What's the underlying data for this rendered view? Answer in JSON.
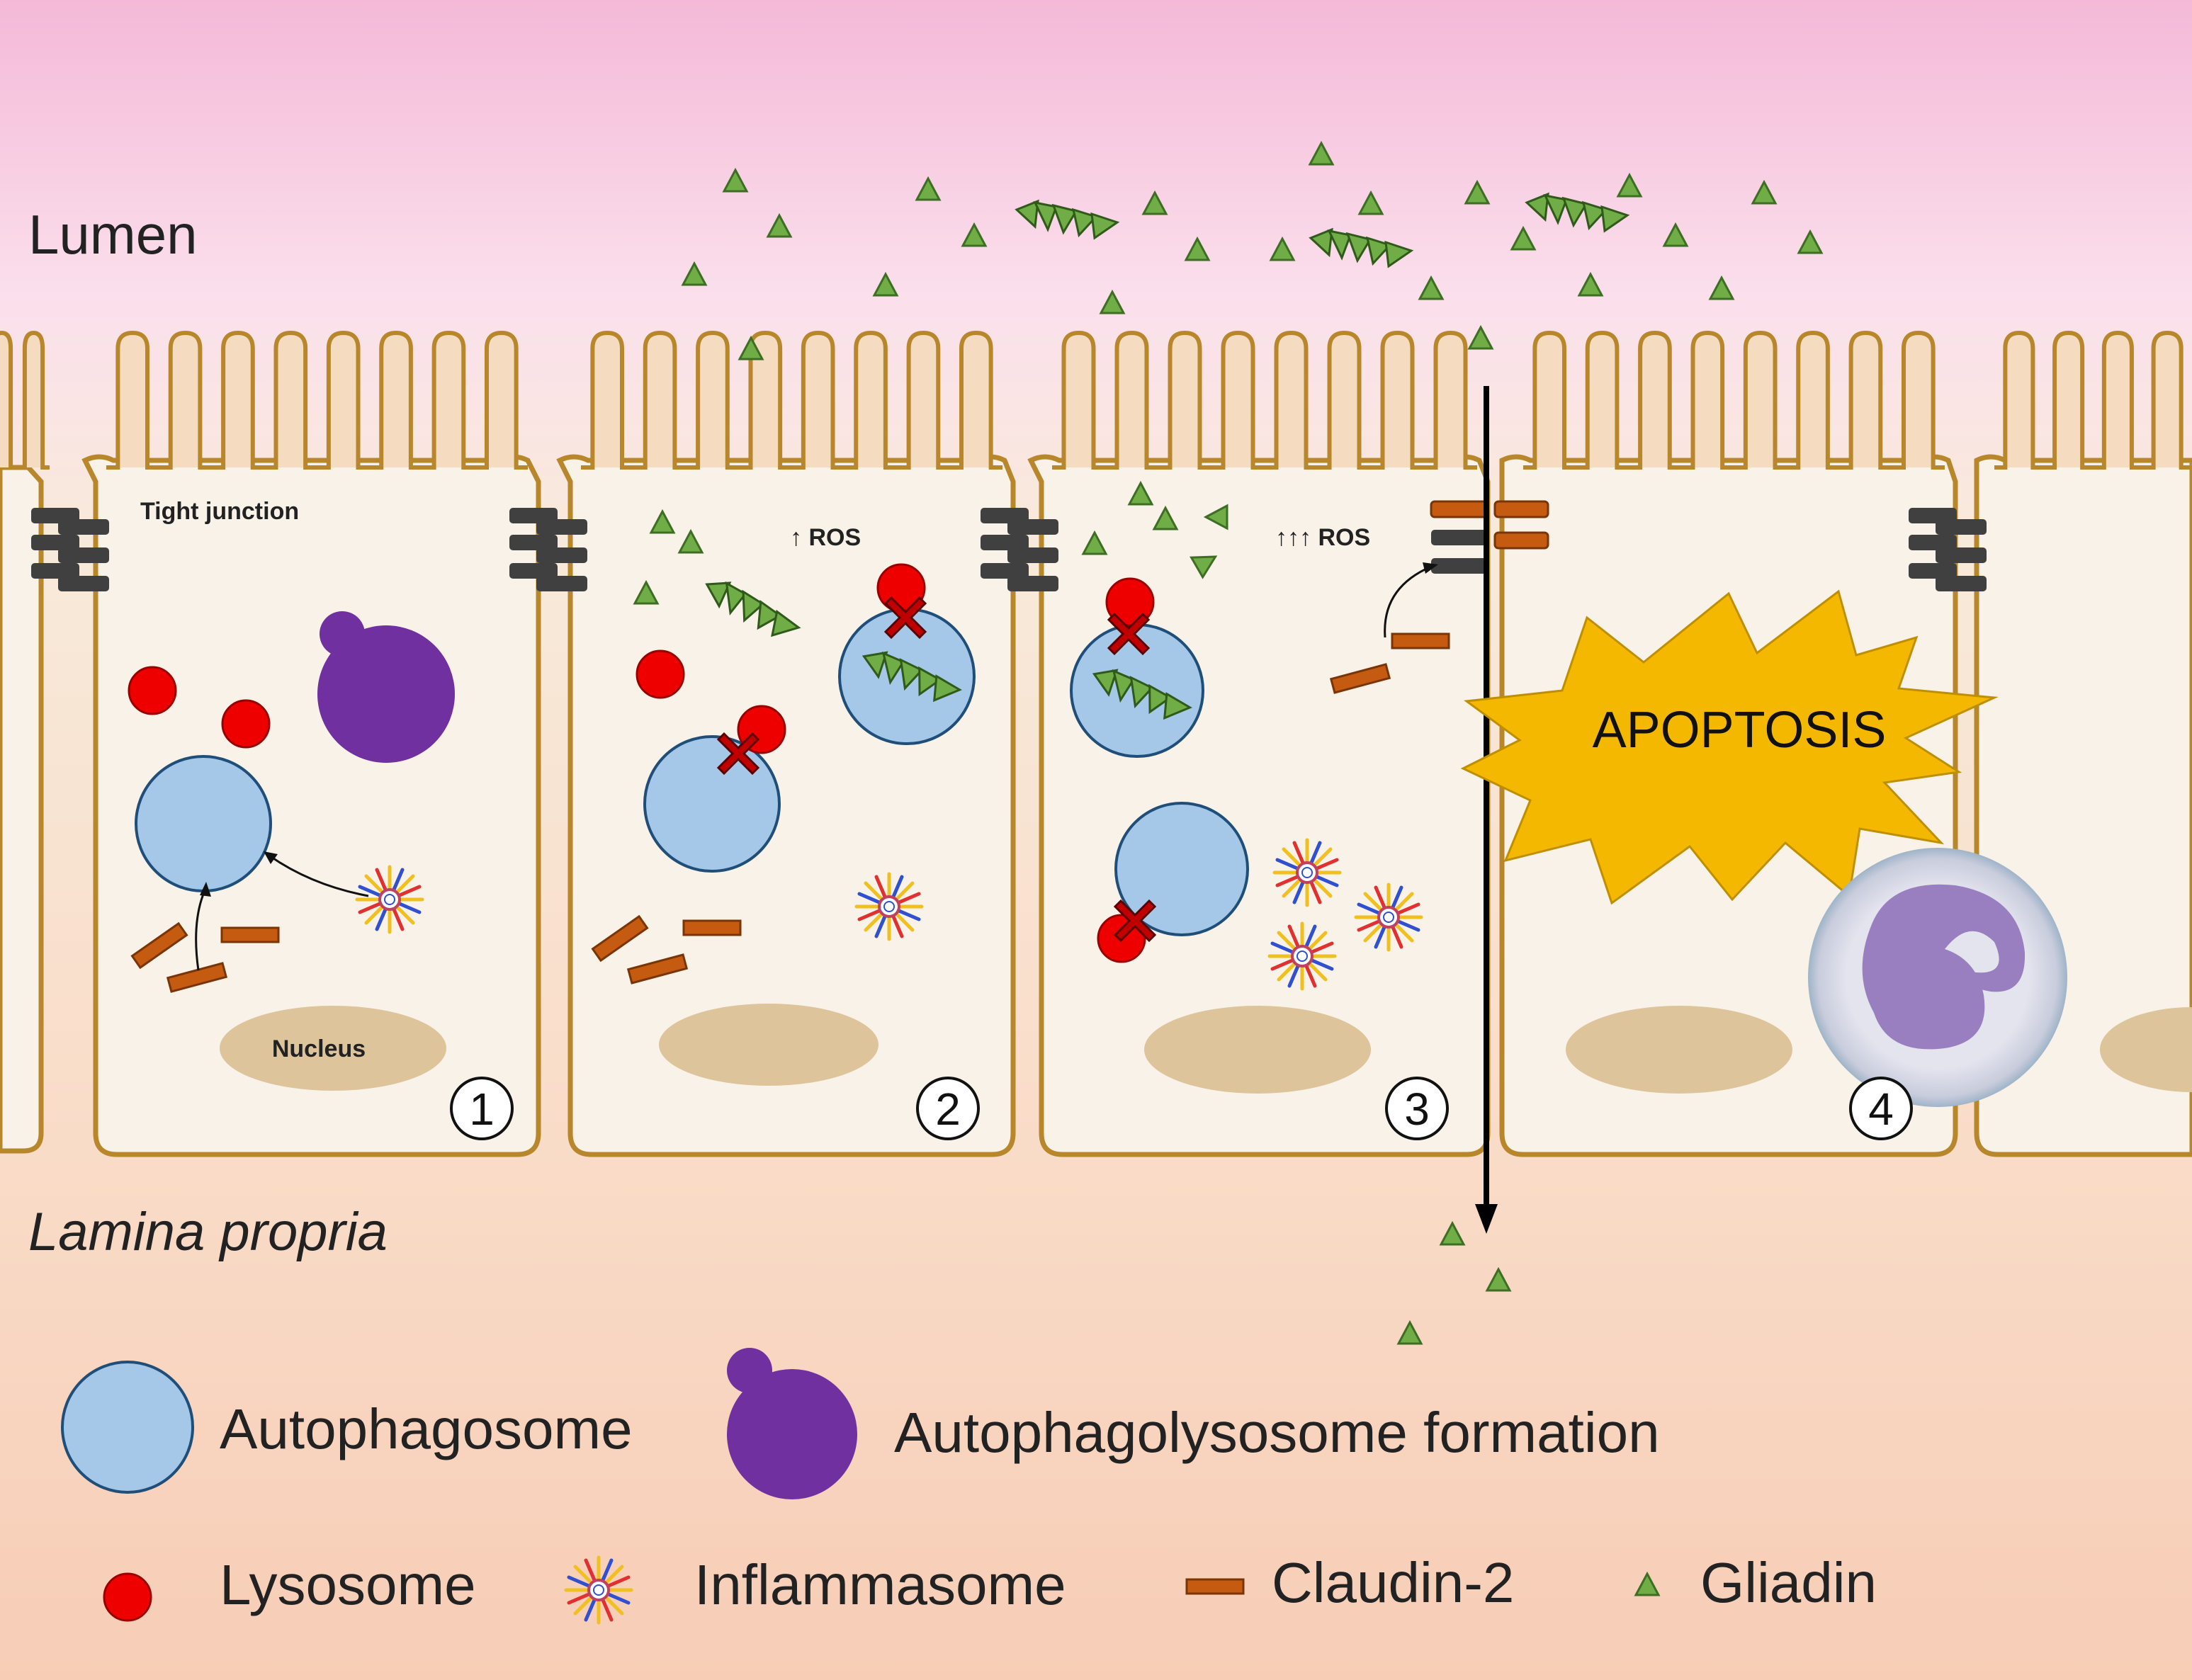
{
  "regions": {
    "lumen": "Lumen",
    "lamina_propria": "Lamina propria"
  },
  "labels": {
    "tight_junction": "Tight junction",
    "nucleus": "Nucleus",
    "ros_up_1": "↑ ROS",
    "ros_up_3": "↑↑↑ ROS",
    "apoptosis": "APOPTOSIS"
  },
  "steps": [
    "1",
    "2",
    "3",
    "4"
  ],
  "legend": {
    "autophagosome": "Autophagosome",
    "autophagolysosome": "Autophagolysosome formation",
    "lysosome": "Lysosome",
    "inflammasome": "Inflammasome",
    "claudin": "Claudin-2",
    "gliadin": "Gliadin"
  },
  "colors": {
    "lumen_pink": "#f4bad8",
    "lamina": "#f9d5c3",
    "cell_fill": "#f9f2e8",
    "cell_border": "#b8862b",
    "autophagosome": "#a5c8e8",
    "autophagolysosome": "#7030a0",
    "lysosome": "#ee0000",
    "block_x": "#c00000",
    "claudin": "#c55a11",
    "gliadin": "#70ad47",
    "tight_junction": "#404040",
    "apoptosis": "#f5b800",
    "nucleus": "#ddc49b"
  }
}
